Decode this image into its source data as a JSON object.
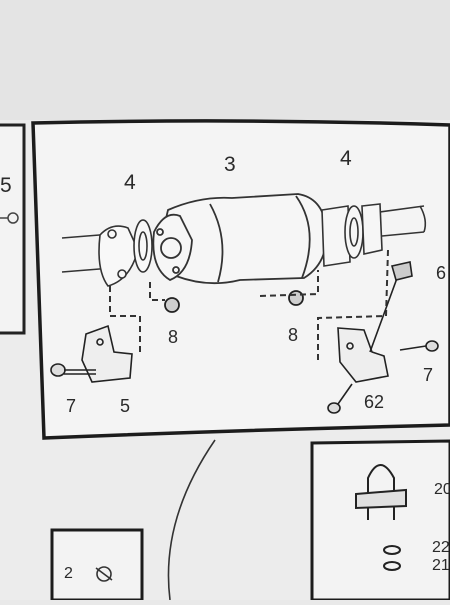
{
  "diagram": {
    "part_labels": [
      {
        "id": "p3",
        "text": "3"
      },
      {
        "id": "p4a",
        "text": "4"
      },
      {
        "id": "p4b",
        "text": "4"
      },
      {
        "id": "p8a",
        "text": "8"
      },
      {
        "id": "p8b",
        "text": "8"
      },
      {
        "id": "p7a",
        "text": "7"
      },
      {
        "id": "p5",
        "text": "5"
      },
      {
        "id": "p62a",
        "text": "62"
      },
      {
        "id": "p7b",
        "text": "7"
      },
      {
        "id": "p6x",
        "text": "6"
      }
    ],
    "left_panel_label": "5",
    "bottom_left_label": "2",
    "bottom_right_labels": [
      "20",
      "22",
      "21"
    ]
  }
}
